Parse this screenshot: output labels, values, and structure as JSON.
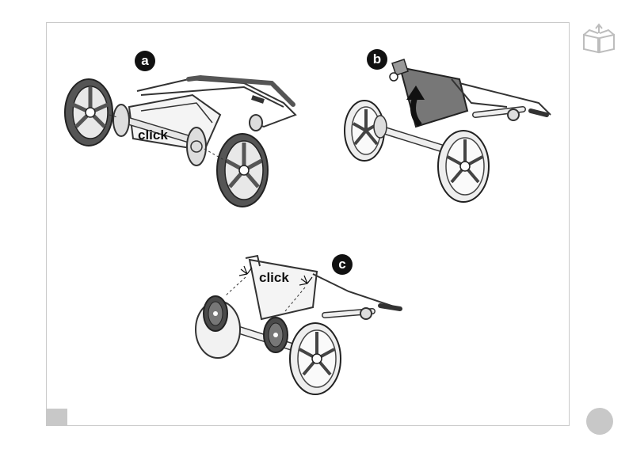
{
  "steps": [
    {
      "badge": "a",
      "action_text": "click"
    },
    {
      "badge": "b"
    },
    {
      "badge": "c",
      "action_text": "click"
    }
  ],
  "icons": {
    "manual": "open-book-icon"
  },
  "colors": {
    "frame": "#c9c9c9",
    "badge": "#111111",
    "tab": "#c8c8c8",
    "wheel_dark": "#4a4a4a",
    "wheel_light": "#f2f2f2"
  }
}
